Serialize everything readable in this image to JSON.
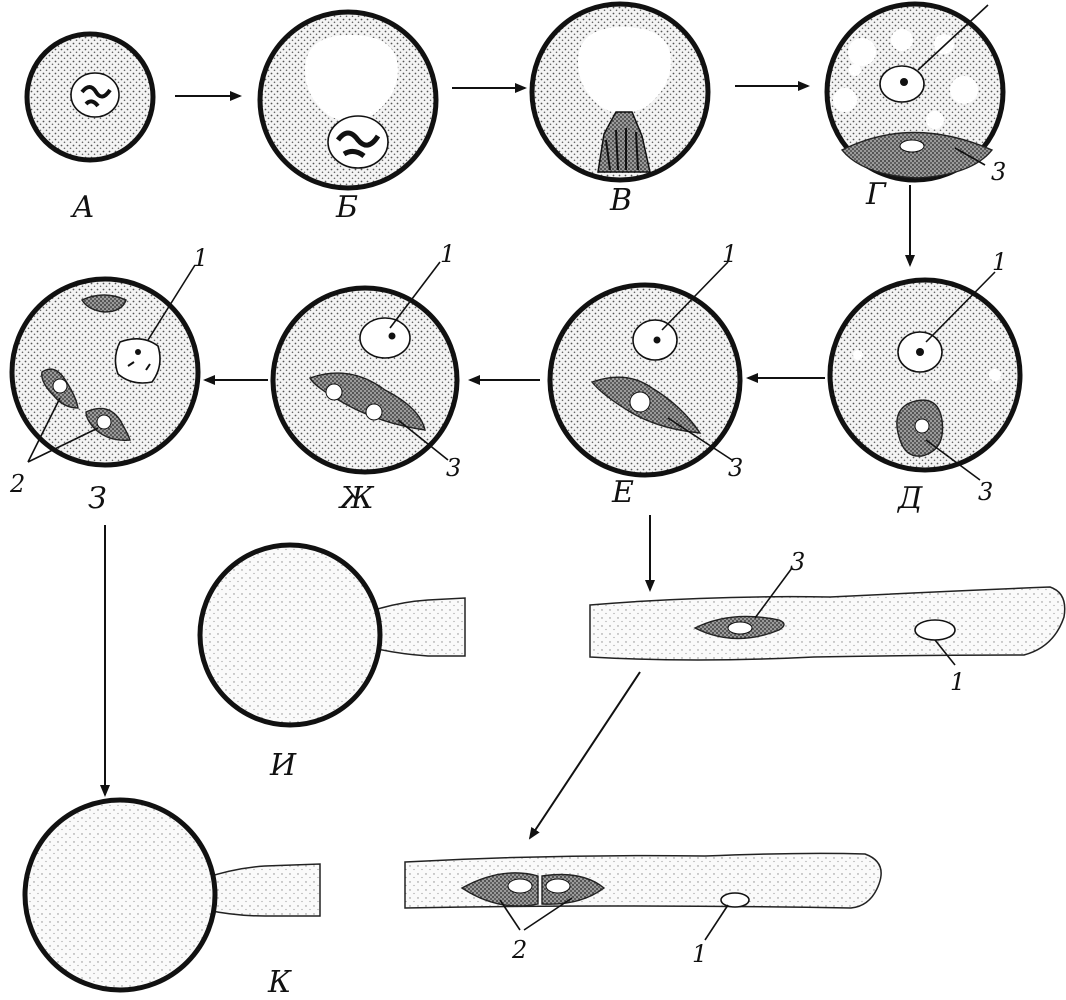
{
  "figure": {
    "stage_labels": [
      "А",
      "Б",
      "В",
      "Г",
      "Д",
      "Е",
      "Ж",
      "З",
      "И",
      "К"
    ],
    "callouts": {
      "vegetative_nucleus": "1",
      "sperm_cells": "2",
      "generative_cell": "3"
    }
  }
}
